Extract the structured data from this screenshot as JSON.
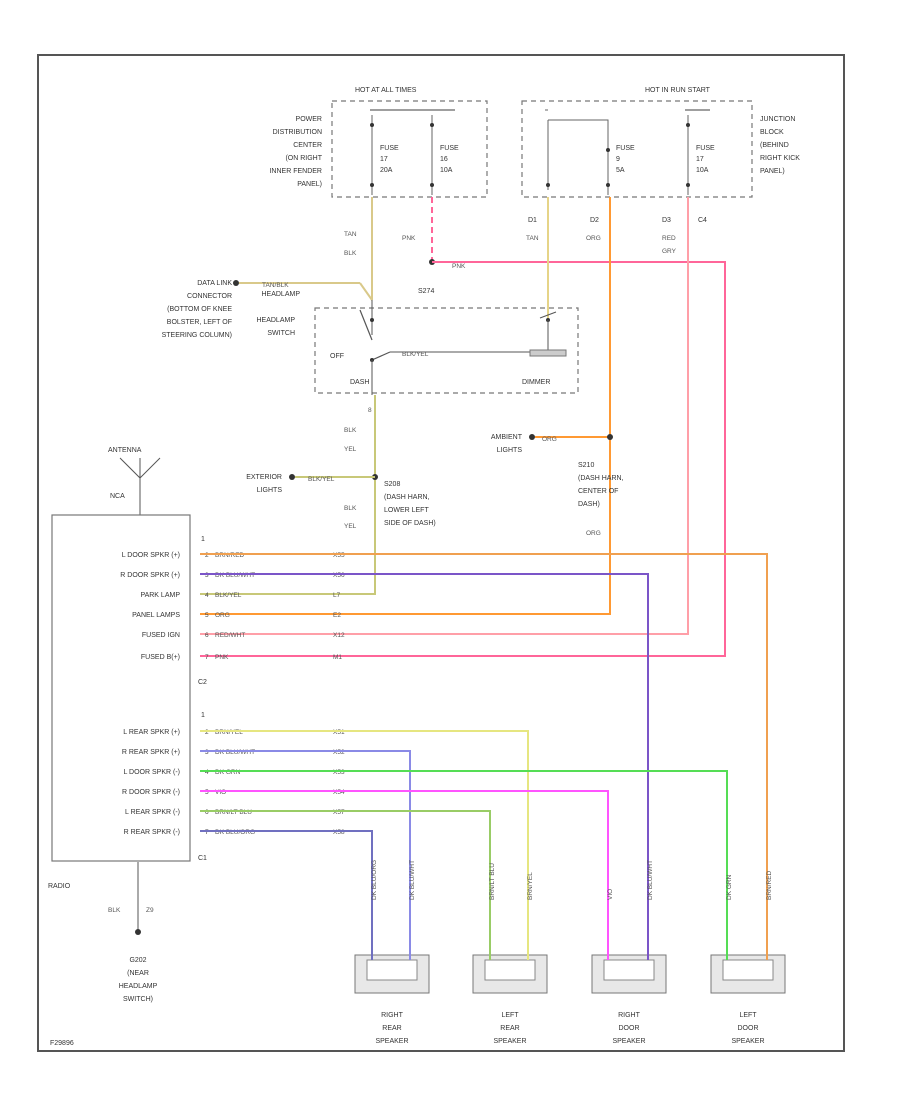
{
  "fuse_boxes": {
    "left_header": "HOT AT ALL TIMES",
    "right_header": "HOT IN RUN START",
    "pdc_label": [
      "POWER",
      "DISTRIBUTION",
      "CENTER",
      "(ON RIGHT",
      "INNER FENDER",
      "PANEL)"
    ],
    "junction_label": [
      "JUNCTION",
      "BLOCK",
      "(BEHIND",
      "RIGHT KICK",
      "PANEL)"
    ],
    "fuses": [
      {
        "name": "FUSE",
        "num": "17",
        "amp": "20A"
      },
      {
        "name": "FUSE",
        "num": "16",
        "amp": "10A"
      },
      {
        "name": "FUSE",
        "num": "9",
        "amp": "5A"
      },
      {
        "name": "FUSE",
        "num": "17",
        "amp": "10A"
      }
    ]
  },
  "connectors": {
    "d1": "D1",
    "d2": "D2",
    "d3": "D3",
    "c4": "C4",
    "s274": "S274",
    "s208": "S208",
    "s210": "S210",
    "nca": "NCA",
    "c2": "C2",
    "c1": "C1",
    "g202": "G202"
  },
  "wires": {
    "tan_blk": [
      "TAN",
      "BLK"
    ],
    "pnk_top": "PNK",
    "pnk_main": "PNK",
    "tan_d1": "TAN",
    "org_d2": "ORG",
    "red_d3": [
      "RED",
      "GRY"
    ],
    "tan_blk_h": "TAN/BLK",
    "blk_yel_mid": "BLK/YEL",
    "blk_yel_v": [
      "BLK",
      "YEL"
    ],
    "blk_yel_v2": [
      "BLK",
      "YEL"
    ],
    "blk_yel_ext": "BLK/YEL",
    "org_amb": "ORG",
    "org_v": "ORG",
    "blk_z9": [
      "BLK",
      "Z9"
    ],
    "circuit_8": "8"
  },
  "labels": {
    "dlc": [
      "DATA LINK",
      "CONNECTOR",
      "(BOTTOM OF KNEE",
      "BOLSTER, LEFT OF",
      "STEERING COLUMN)"
    ],
    "headlamp_switch": [
      "HEADLAMP",
      "SWITCH"
    ],
    "off": "OFF",
    "dash": "DASH",
    "dimmer": "DIMMER",
    "s208_desc": [
      "(DASH HARN,",
      "LOWER LEFT",
      "SIDE OF DASH)"
    ],
    "s210_desc": [
      "(DASH HARN,",
      "CENTER OF",
      "DASH)"
    ],
    "exterior_lights": [
      "EXTERIOR",
      "LIGHTS"
    ],
    "ambient_lights": [
      "AMBIENT",
      "LIGHTS"
    ],
    "antenna": "ANTENNA",
    "radio": "RADIO",
    "g202_desc": [
      "(NEAR",
      "HEADLAMP",
      "SWITCH)"
    ],
    "code": "F29896"
  },
  "radio_pins": [
    {
      "label": "L DOOR SPKR (+)",
      "pin": "2",
      "wire": "BRN/RED",
      "circuit": "X55",
      "color": "#f0a050"
    },
    {
      "label": "R DOOR SPKR (+)",
      "pin": "3",
      "wire": "DK BLU/WHT",
      "circuit": "X56",
      "color": "#7b55c8"
    },
    {
      "label": "PARK LAMP",
      "pin": "4",
      "wire": "BLK/YEL",
      "circuit": "L7",
      "color": "#c8c878"
    },
    {
      "label": "PANEL LAMPS",
      "pin": "5",
      "wire": "ORG",
      "circuit": "E2",
      "color": "#ff9933"
    },
    {
      "label": "FUSED IGN",
      "pin": "6",
      "wire": "RED/WHT",
      "circuit": "X12",
      "color": "#ff5b7b"
    },
    {
      "label": "FUSED B(+)",
      "pin": "7",
      "wire": "PNK",
      "circuit": "M1",
      "color": "#ff6699"
    },
    {
      "label": "L REAR SPKR (+)",
      "pin": "2",
      "wire": "BRN/YEL",
      "circuit": "X51",
      "color": "#e6e680"
    },
    {
      "label": "R REAR SPKR (+)",
      "pin": "3",
      "wire": "DK BLU/WHT",
      "circuit": "X52",
      "color": "#8a8ae6"
    },
    {
      "label": "L DOOR SPKR (-)",
      "pin": "4",
      "wire": "DK GRN",
      "circuit": "X53",
      "color": "#55dd55"
    },
    {
      "label": "R DOOR SPKR (-)",
      "pin": "5",
      "wire": "VIO",
      "circuit": "X54",
      "color": "#ff55ff"
    },
    {
      "label": "L REAR SPKR (-)",
      "pin": "6",
      "wire": "BRN/LT BLU",
      "circuit": "X57",
      "color": "#99cc66"
    },
    {
      "label": "R REAR SPKR (-)",
      "pin": "7",
      "wire": "DK BLU/ORG",
      "circuit": "X58",
      "color": "#7070c0"
    }
  ],
  "pin1": [
    "1",
    "1"
  ],
  "speakers": [
    {
      "name": [
        "RIGHT",
        "REAR",
        "SPEAKER"
      ],
      "w1": "DK BLU/ORG",
      "w2": "DK BLU/WHT"
    },
    {
      "name": [
        "LEFT",
        "REAR",
        "SPEAKER"
      ],
      "w1": "BRN/LT BLU",
      "w2": "BRN/YEL"
    },
    {
      "name": [
        "RIGHT",
        "DOOR",
        "SPEAKER"
      ],
      "w1": "VIO",
      "w2": "DK BLU/WHT"
    },
    {
      "name": [
        "LEFT",
        "DOOR",
        "SPEAKER"
      ],
      "w1": "DK GRN",
      "w2": "BRN/RED"
    }
  ],
  "colors": {
    "frame": "#555555",
    "pnk": "#ff6699",
    "tan": "#d9c98a",
    "org": "#ff9933",
    "red": "#ff8888",
    "yel": "#c8c878"
  }
}
